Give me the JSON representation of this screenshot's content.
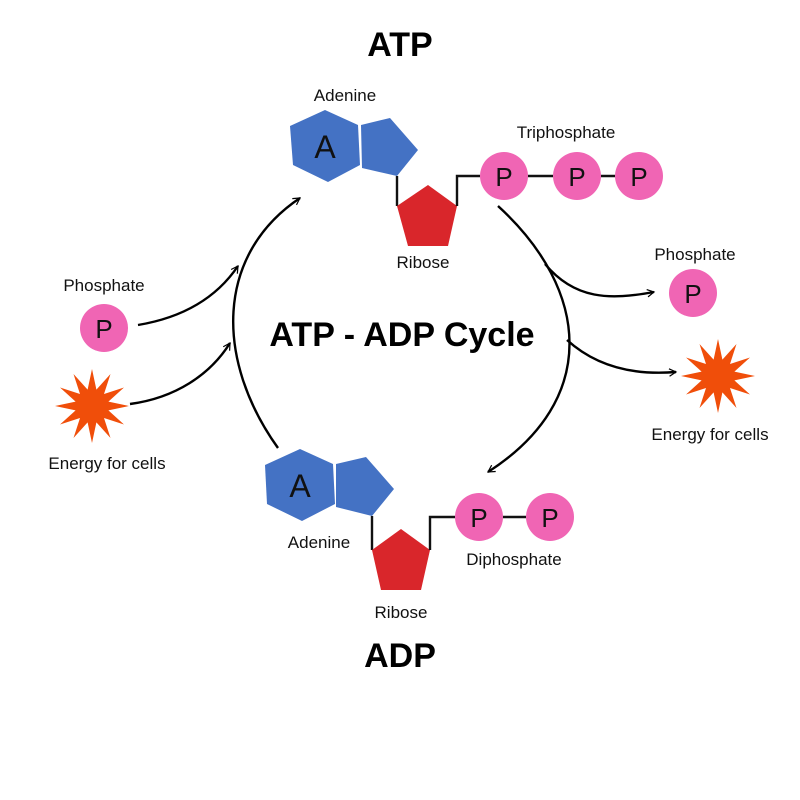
{
  "titles": {
    "top": "ATP",
    "center": "ATP - ADP Cycle",
    "bottom": "ADP"
  },
  "atp": {
    "adenine_label": "Adenine",
    "adenine_letter": "A",
    "ribose_label": "Ribose",
    "phosphate_group_label": "Triphosphate",
    "phosphates": [
      "P",
      "P",
      "P"
    ]
  },
  "adp": {
    "adenine_label": "Adenine",
    "adenine_letter": "A",
    "ribose_label": "Ribose",
    "phosphate_group_label": "Diphosphate",
    "phosphates": [
      "P",
      "P"
    ]
  },
  "inputs": {
    "phosphate_label": "Phosphate",
    "phosphate_letter": "P",
    "energy_label": "Energy for cells"
  },
  "outputs": {
    "phosphate_label": "Phosphate",
    "phosphate_letter": "P",
    "energy_label": "Energy for cells"
  },
  "colors": {
    "adenine": "#4472c4",
    "ribose": "#d9262b",
    "phosphate": "#f065b4",
    "energy": "#f04e0a",
    "line": "#000000"
  }
}
